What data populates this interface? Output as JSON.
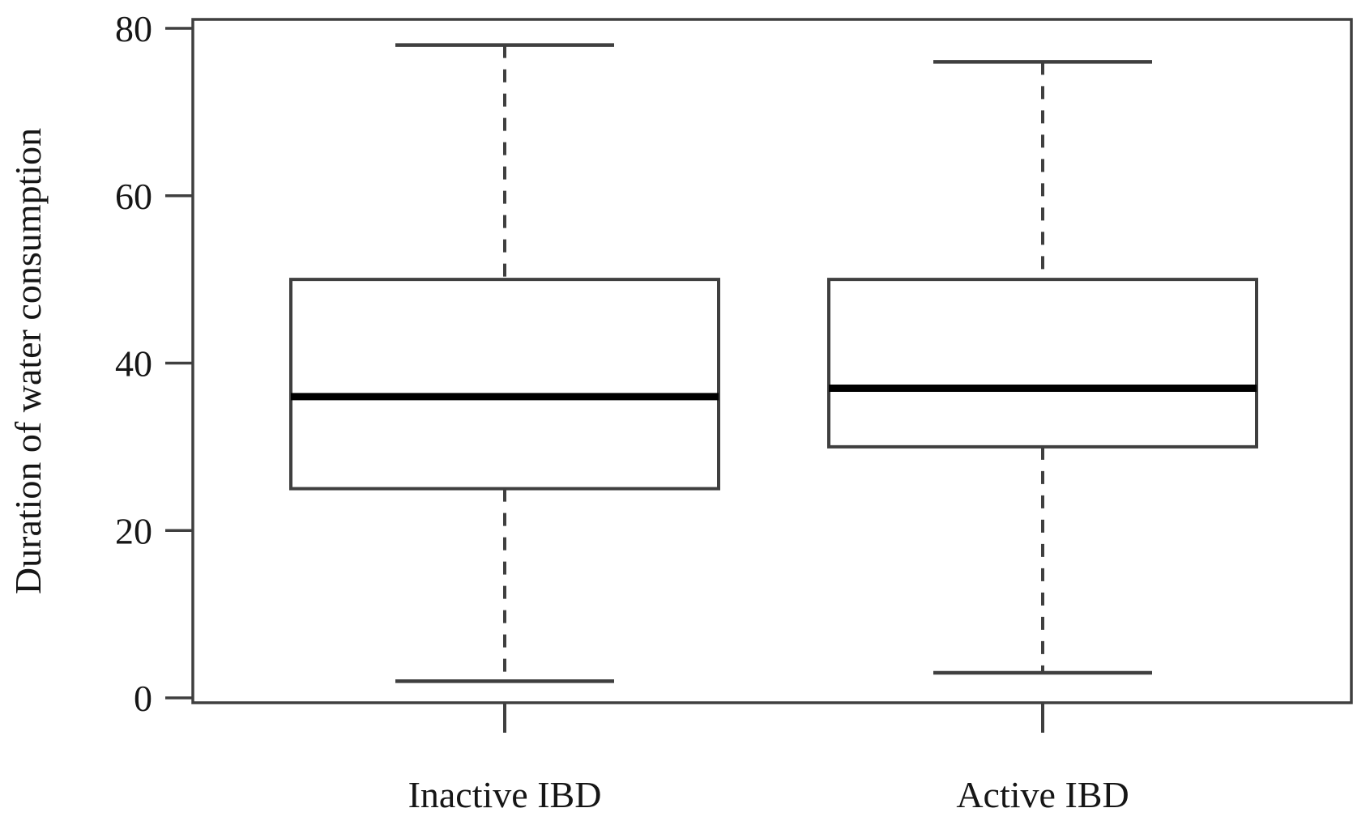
{
  "figure": {
    "background": "#ffffff"
  },
  "chart_data": {
    "type": "boxplot",
    "title": "",
    "xlabel": "",
    "ylabel": "Duration of water consumption",
    "categories": [
      "Inactive IBD",
      "Active IBD"
    ],
    "yticks": [
      0,
      20,
      40,
      60,
      80
    ],
    "ylim": [
      0,
      80
    ],
    "grid": false,
    "legend": "none",
    "series": [
      {
        "name": "Inactive IBD",
        "whisker_low": 2,
        "q1": 25,
        "median": 36,
        "q3": 50,
        "whisker_high": 78,
        "outliers": []
      },
      {
        "name": "Active IBD",
        "whisker_low": 3,
        "q1": 30,
        "median": 37,
        "q3": 50,
        "whisker_high": 76,
        "outliers": []
      }
    ],
    "colors": {
      "line": "#3f3f3f",
      "median": "#000000",
      "text": "#161616",
      "box_fill": "#ffffff"
    }
  }
}
